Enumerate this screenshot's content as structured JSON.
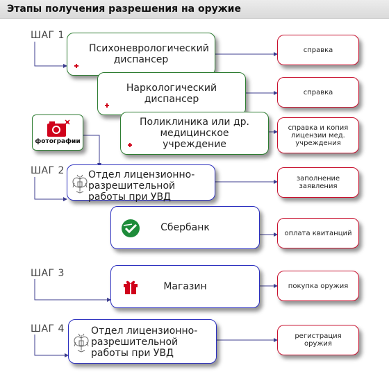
{
  "title": "Этапы получения разрешения на оружие",
  "steps": {
    "s1": "ШАГ 1",
    "s2": "ШАГ 2",
    "s3": "ШАГ 3",
    "s4": "ШАГ 4"
  },
  "nodes": {
    "psycho": "Психоневрологический диспансер",
    "narco": "Наркологический диспансер",
    "clinic": "Поликлиника или др. медицинское учреждение",
    "police1": "Отдел лицензионно-разрешительной работы при УВД",
    "sber": "Сбербанк",
    "shop": "Магазин",
    "police2": "Отдел лицензионно-разрешительной работы при УВД"
  },
  "photo_label": "фотографии",
  "results": {
    "r1": "справка",
    "r2": "справка",
    "r3": "справка и копия лицензии мед. учреждения",
    "r4": "заполнение заявления",
    "r5": "оплата квитанций",
    "r6": "покупка оружия",
    "r7": "регистрация оружия"
  },
  "colors": {
    "medical_border": "#2e7d32",
    "official_border": "#2b2fbf",
    "result_border": "#c8102e",
    "connector": "#3d3d8f",
    "sber_green": "#1e8c3a",
    "accent_red": "#d0021b"
  },
  "icons": [
    "plus-icon",
    "camera-icon",
    "emblem-icon",
    "sberbank-logo-icon",
    "gift-icon"
  ]
}
